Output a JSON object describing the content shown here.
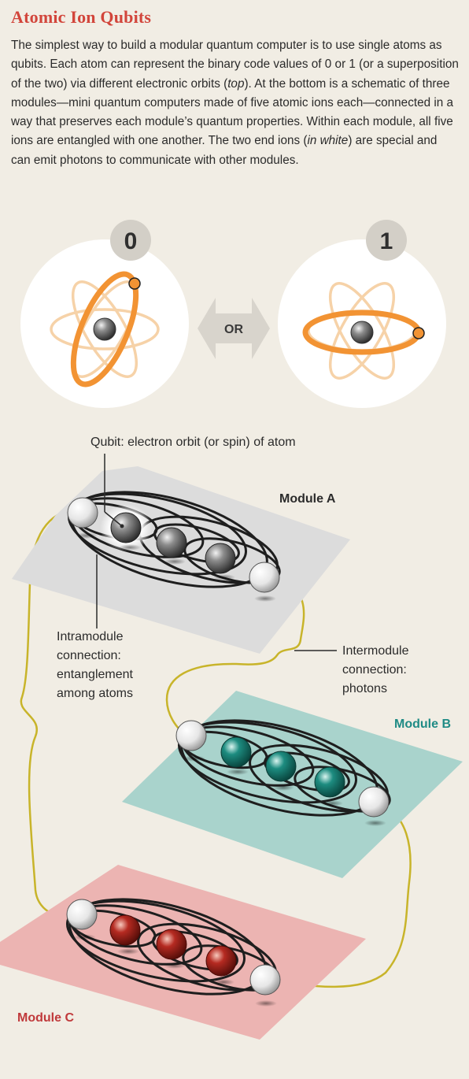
{
  "title": "Atomic Ion Qubits",
  "intro": {
    "part1": "The simplest way to build a modular quantum computer is to use single atoms as qubits. Each atom can represent the binary code values of 0 or 1 (or a super­position of the two) via different electronic orbits (",
    "top_word": "top",
    "part2": "). At the bottom is a schematic of three modules—mini quantum computers made of five atomic ions each—connected in a way that preserves each module’s quantum prop­erties. Within each module, all five ions are entangled with one another. The two end ions (",
    "white_word": "in white",
    "part3": ") are special and can emit photons to communicate with other modules."
  },
  "qubit_states": {
    "zero": "0",
    "one": "1",
    "or": "OR"
  },
  "labels": {
    "qubit": "Qubit: electron orbit (or spin) of atom",
    "intramodule": [
      "Intramodule",
      "connection:",
      "entanglement",
      "among atoms"
    ],
    "intermodule": [
      "Intermodule",
      "connection:",
      "photons"
    ]
  },
  "modules": [
    {
      "name": "Module A",
      "plane_color": "#dcdcdc",
      "label_color": "#2b2b2b",
      "ion_color": "#555555"
    },
    {
      "name": "Module B",
      "plane_color": "#a9d3cc",
      "label_color": "#1f8b85",
      "ion_color": "#1a8075"
    },
    {
      "name": "Module C",
      "plane_color": "#ecb4b2",
      "label_color": "#c0393b",
      "ion_color": "#b22a22"
    }
  ],
  "colors": {
    "orbit_accent": "#f29333",
    "orbit_faint": "#f6d2a8",
    "photon_link": "#c8b42a",
    "title": "#d2453b"
  }
}
